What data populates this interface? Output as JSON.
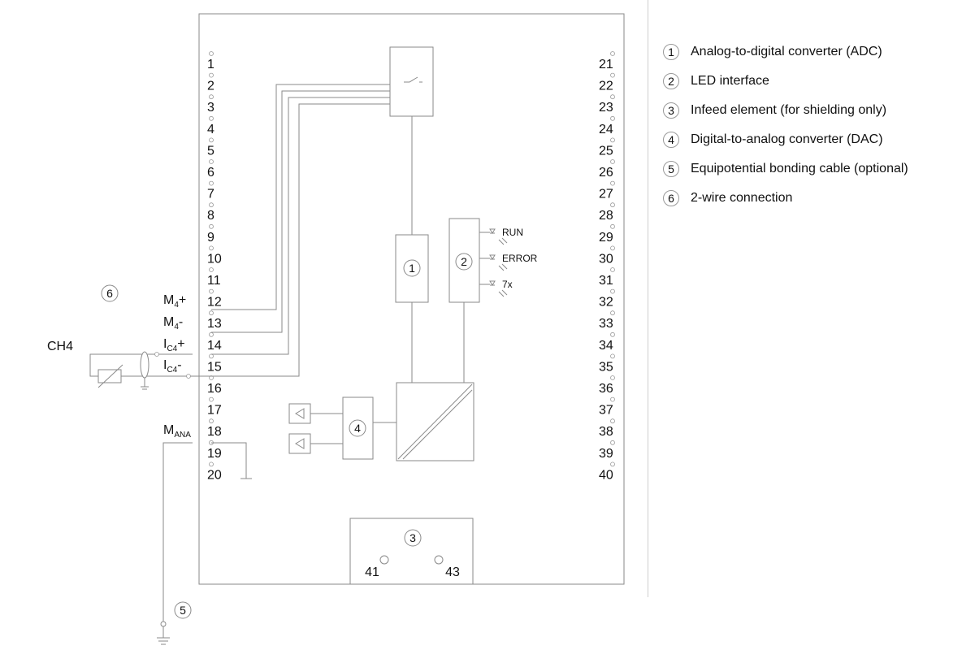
{
  "left_pins": [
    "1",
    "2",
    "3",
    "4",
    "5",
    "6",
    "7",
    "8",
    "9",
    "10",
    "11",
    "12",
    "13",
    "14",
    "15",
    "16",
    "17",
    "18",
    "19",
    "20"
  ],
  "right_pins": [
    "21",
    "22",
    "23",
    "24",
    "25",
    "26",
    "27",
    "28",
    "29",
    "30",
    "31",
    "32",
    "33",
    "34",
    "35",
    "36",
    "37",
    "38",
    "39",
    "40"
  ],
  "channel_label": "CH4",
  "signals": {
    "m4_plus": {
      "main": "M",
      "sub": "4",
      "suffix": "+"
    },
    "m4_minus": {
      "main": "M",
      "sub": "4",
      "suffix": "-"
    },
    "ic4_plus": {
      "main": "I",
      "sub": "C4",
      "suffix": "+"
    },
    "ic4_minus": {
      "main": "I",
      "sub": "C4",
      "suffix": "-"
    },
    "mana": {
      "main": "M",
      "sub": "ANA",
      "suffix": ""
    }
  },
  "leds": [
    "RUN",
    "ERROR",
    "7x"
  ],
  "infeed_terminals": [
    "41",
    "43"
  ],
  "callouts": {
    "adc": "1",
    "led": "2",
    "infeed": "3",
    "dac": "4",
    "bonding": "5",
    "two_wire": "6"
  },
  "legend": [
    {
      "num": "1",
      "text": "Analog-to-digital converter (ADC)"
    },
    {
      "num": "2",
      "text": "LED interface"
    },
    {
      "num": "3",
      "text": "Infeed element (for shielding only)"
    },
    {
      "num": "4",
      "text": "Digital-to-analog converter (DAC)"
    },
    {
      "num": "5",
      "text": "Equipotential bonding cable (optional)"
    },
    {
      "num": "6",
      "text": "2-wire connection"
    }
  ]
}
